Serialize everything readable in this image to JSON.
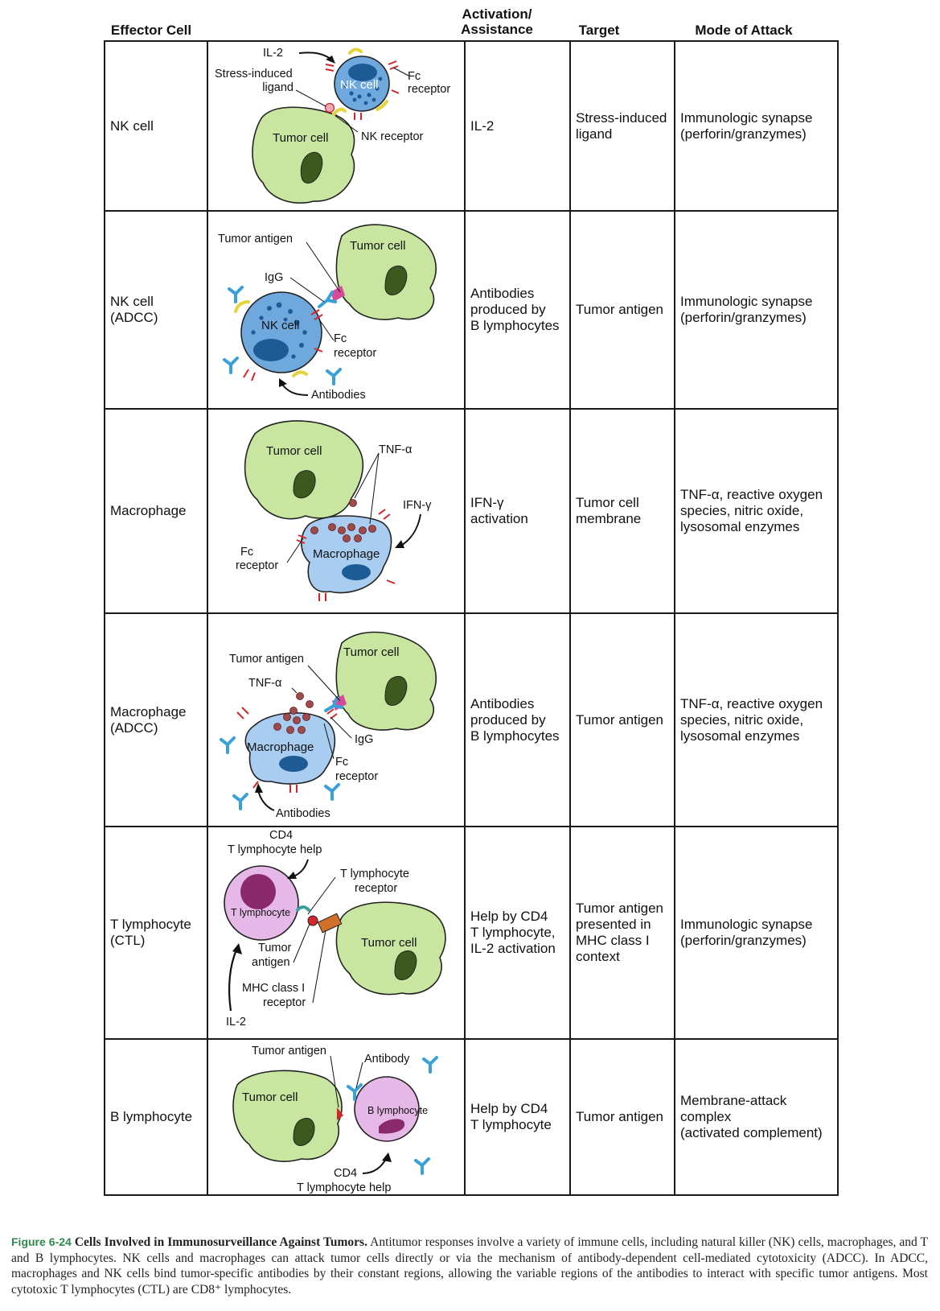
{
  "headers": {
    "effector": "Effector Cell",
    "activation": "Activation/\nAssistance",
    "target": "Target",
    "mode": "Mode of Attack"
  },
  "rows": [
    {
      "effector": "NK cell",
      "activation": "IL-2",
      "target": "Stress-induced\nligand",
      "mode": "Immunologic synapse\n(perforin/granzymes)",
      "labels": {
        "il2": "IL-2",
        "stress": "Stress-induced",
        "ligand": "ligand",
        "fc1": "Fc",
        "fc2": "receptor",
        "nk": "NK cell",
        "tumor": "Tumor cell",
        "nkr": "NK receptor"
      }
    },
    {
      "effector": "NK cell\n(ADCC)",
      "activation": "Antibodies\nproduced by\nB lymphocytes",
      "target": "Tumor antigen",
      "mode": "Immunologic synapse\n(perforin/granzymes)",
      "labels": {
        "antigen": "Tumor antigen",
        "tumor": "Tumor cell",
        "igg": "IgG",
        "nk": "NK cell",
        "fc1": "Fc",
        "fc2": "receptor",
        "antibodies": "Antibodies"
      }
    },
    {
      "effector": "Macrophage",
      "activation": "IFN-γ\nactivation",
      "target": "Tumor cell\nmembrane",
      "mode": "TNF-α, reactive oxygen\nspecies, nitric oxide,\nlysosomal enzymes",
      "labels": {
        "tumor": "Tumor cell",
        "tnf": "TNF-α",
        "ifn": "IFN-γ",
        "fc1": "Fc",
        "fc2": "receptor",
        "mac": "Macrophage"
      }
    },
    {
      "effector": "Macrophage\n(ADCC)",
      "activation": "Antibodies\nproduced by\nB lymphocytes",
      "target": "Tumor antigen",
      "mode": "TNF-α, reactive oxygen\nspecies, nitric oxide,\nlysosomal enzymes",
      "labels": {
        "antigen": "Tumor antigen",
        "tumor": "Tumor cell",
        "tnf": "TNF-α",
        "igg": "IgG",
        "mac": "Macrophage",
        "fc1": "Fc",
        "fc2": "receptor",
        "antibodies": "Antibodies"
      }
    },
    {
      "effector": "T lymphocyte\n(CTL)",
      "activation": "Help by CD4\nT lymphocyte,\nIL-2 activation",
      "target": "Tumor antigen\npresented in\nMHC class I\ncontext",
      "mode": "Immunologic synapse\n(perforin/granzymes)",
      "labels": {
        "cd4a": "CD4",
        "cd4b": "T lymphocyte help",
        "tcr1": "T lymphocyte",
        "tcr2": "receptor",
        "tlym": "T lymphocyte",
        "ant1": "Tumor",
        "ant2": "antigen",
        "tumor": "Tumor cell",
        "mhc1": "MHC class I",
        "mhc2": "receptor",
        "il2": "IL-2"
      }
    },
    {
      "effector": "B lymphocyte",
      "activation": "Help by CD4\nT lymphocyte",
      "target": "Tumor antigen",
      "mode": "Membrane-attack\ncomplex\n(activated complement)",
      "labels": {
        "antigen": "Tumor antigen",
        "antibody": "Antibody",
        "tumor": "Tumor cell",
        "blym": "B lymphocyte",
        "cd4a": "CD4",
        "cd4b": "T lymphocyte help"
      }
    }
  ],
  "caption": {
    "figure": "Figure 6-24",
    "title": "Cells Involved in Immunosurveillance Against Tumors.",
    "body": "Antitumor responses involve a variety of immune cells, including natural killer (NK) cells, macrophages, and T and B lymphocytes. NK cells and macrophages can attack tumor cells directly or via the mechanism of antibody-dependent cell-mediated cytotoxicity (ADCC). In ADCC, macrophages and NK cells bind tumor-specific antibodies by their constant regions, allowing the variable regions of the antibodies to interact with specific tumor antigens. Most cytotoxic T lymphocytes (CTL) are CD8⁺ lymphocytes."
  },
  "colors": {
    "tumor_fill": "#c8e6a0",
    "nucleus": "#3d5a1e",
    "nk_fill": "#6fa8dc",
    "macrophage_fill": "#a9cdf0",
    "lymph_fill": "#e6b8e8",
    "antibody": "#3aa0d8",
    "receptor": "#d6252a",
    "nk_receptor": "#e6d33a",
    "granule": "#8a3a3a",
    "caption_label": "#2e8a4a"
  }
}
